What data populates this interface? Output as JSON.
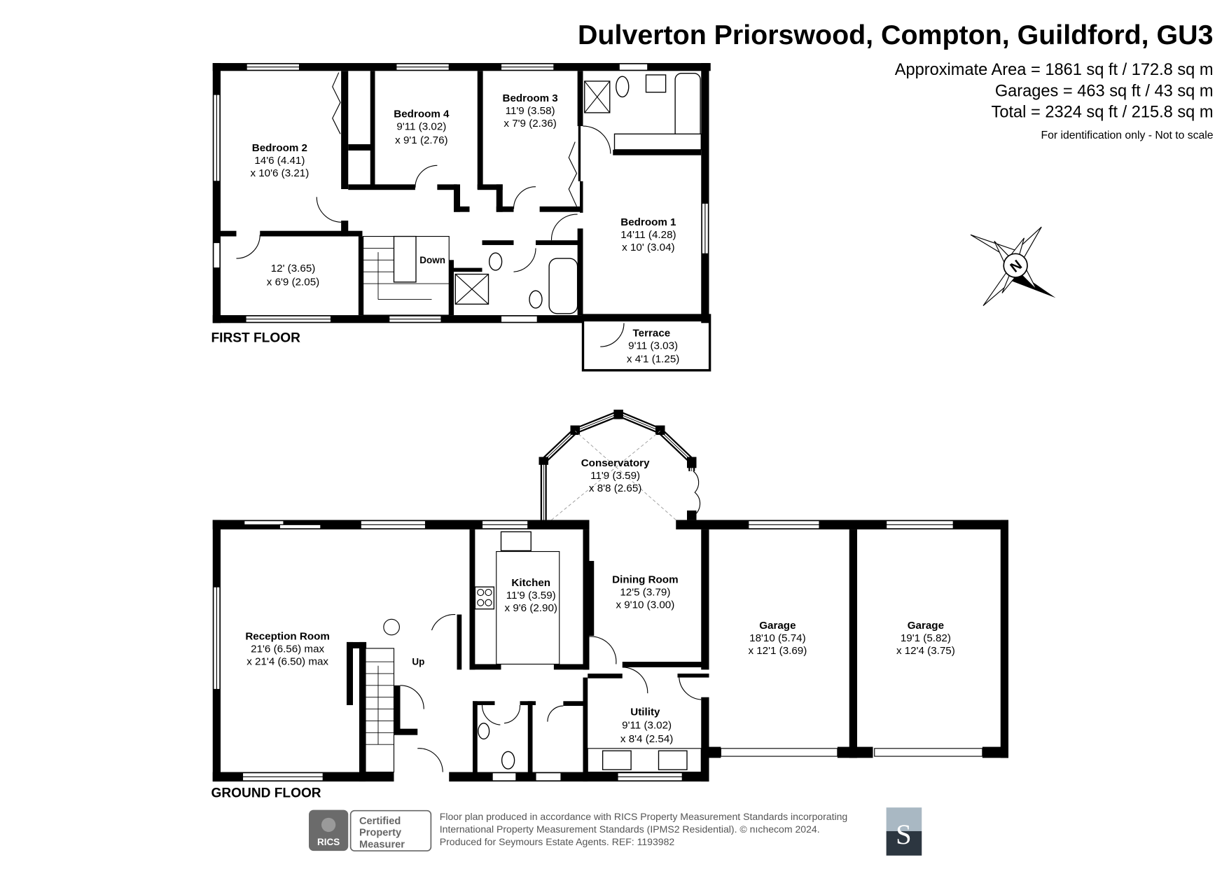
{
  "header": {
    "title": "Dulverton Priorswood, Compton, Guildford, GU3",
    "area_lines": [
      "Approximate Area = 1861 sq ft / 172.8 sq m",
      "Garages = 463 sq ft / 43 sq m",
      "Total = 2324 sq ft / 215.8 sq m"
    ],
    "note": "For identification only - Not to scale"
  },
  "first_floor": {
    "label": "FIRST FLOOR",
    "rooms": [
      {
        "name": "Bedroom 2",
        "dim1": "14'6 (4.41)",
        "dim2": "x 10'6 (3.21)"
      },
      {
        "name": "Bedroom 4",
        "dim1": "9'11 (3.02)",
        "dim2": "x 9'1 (2.76)"
      },
      {
        "name": "Bedroom 3",
        "dim1": "11'9 (3.58)",
        "dim2": "x 7'9 (2.36)"
      },
      {
        "name": "Bedroom 1",
        "dim1": "14'11 (4.28)",
        "dim2": "x 10' (3.04)"
      },
      {
        "name": "",
        "dim1": "12' (3.65)",
        "dim2": "x 6'9 (2.05)"
      },
      {
        "name": "Terrace",
        "dim1": "9'11 (3.03)",
        "dim2": "x 4'1 (1.25)"
      }
    ],
    "stairs_label": "Down"
  },
  "ground_floor": {
    "label": "GROUND FLOOR",
    "rooms": [
      {
        "name": "Conservatory",
        "dim1": "11'9 (3.59)",
        "dim2": "x 8'8 (2.65)"
      },
      {
        "name": "Kitchen",
        "dim1": "11'9 (3.59)",
        "dim2": "x 9'6 (2.90)"
      },
      {
        "name": "Dining Room",
        "dim1": "12'5 (3.79)",
        "dim2": "x 9'10 (3.00)"
      },
      {
        "name": "Reception Room",
        "dim1": "21'6 (6.56) max",
        "dim2": "x 21'4 (6.50) max"
      },
      {
        "name": "Garage",
        "dim1": "18'10 (5.74)",
        "dim2": "x 12'1 (3.69)"
      },
      {
        "name": "Garage",
        "dim1": "19'1 (5.82)",
        "dim2": "x 12'4 (3.75)"
      },
      {
        "name": "Utility",
        "dim1": "9'11 (3.02)",
        "dim2": "x 8'4 (2.54)"
      }
    ],
    "stairs_label": "Up"
  },
  "compass": {
    "icon": "compass-north-icon",
    "letter": "N"
  },
  "footer": {
    "rics_logo": {
      "text": "RICS",
      "badge_lines": [
        "Certified",
        "Property",
        "Measurer"
      ]
    },
    "lines": [
      "Floor plan produced in accordance with RICS Property Measurement Standards incorporating",
      "International Property Measurement Standards (IPMS2 Residential).   © nıchecom 2024.",
      "Produced for Seymours Estate Agents.   REF: 1193982"
    ],
    "agent_logo": {
      "letter": "S",
      "colors": {
        "top": "#a9b8c3",
        "bottom": "#2c3640"
      }
    }
  }
}
